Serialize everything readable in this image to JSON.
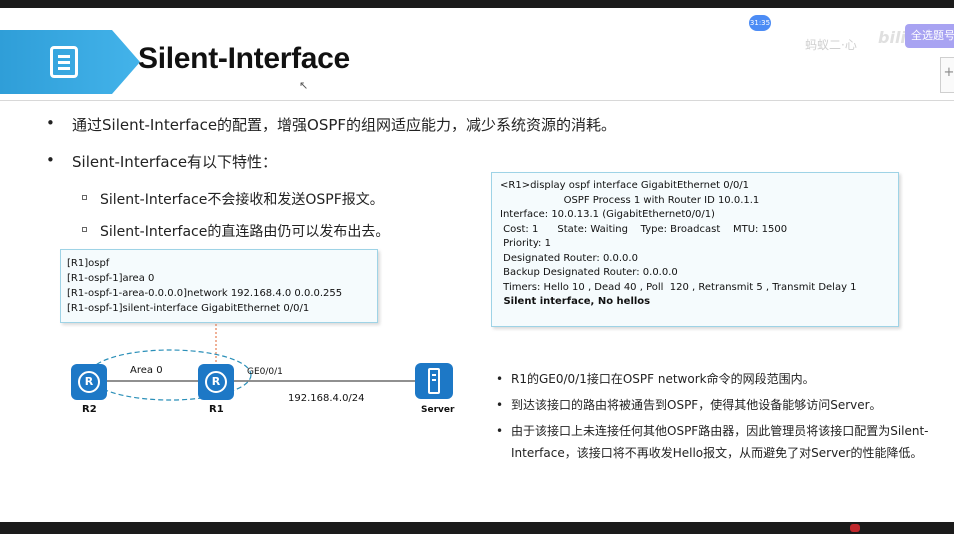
{
  "slide": {
    "title": "Silent-Interface",
    "bullets": [
      "通过Silent-Interface的配置，增强OSPF的组网适应能力，减少系统资源的消耗。",
      "Silent-Interface有以下特性："
    ],
    "sub_bullets": [
      "Silent-Interface不会接收和发送OSPF报文。",
      "Silent-Interface的直连路由仍可以发布出去。"
    ],
    "bullet_glyph": "•",
    "config_lines": [
      "[R1]ospf",
      "[R1-ospf-1]area 0",
      "[R1-ospf-1-area-0.0.0.0]network 192.168.4.0 0.0.0.255",
      "[R1-ospf-1]silent-interface GigabitEthernet 0/0/1"
    ],
    "display_lines": [
      "<R1>display ospf interface GigabitEthernet 0/0/1",
      "",
      "                    OSPF Process 1 with Router ID 10.0.1.1",
      "Interface: 10.0.13.1 (GigabitEthernet0/0/1)",
      " Cost: 1      State: Waiting    Type: Broadcast    MTU: 1500",
      " Priority: 1",
      " Designated Router: 0.0.0.0",
      " Backup Designated Router: 0.0.0.0",
      " Timers: Hello 10 , Dead 40 , Poll  120 , Retransmit 5 , Transmit Delay 1"
    ],
    "display_last": " Silent interface, No hellos",
    "topology": {
      "area_label": "Area 0",
      "r2_label": "R2",
      "r1_label": "R1",
      "server_label": "Server",
      "port_label": "GE0/0/1",
      "network_label": "192.168.4.0/24",
      "router_glyph": "R"
    },
    "notes": [
      "R1的GE0/0/1接口在OSPF network命令的网段范围内。",
      "到达该接口的路由将被通告到OSPF，使得其他设备能够访问Server。",
      "由于该接口上未连接任何其他OSPF路由器，因此管理员将该接口配置为Silent-Interface，该接口将不再收发Hello报文，从而避免了对Server的性能降低。"
    ]
  },
  "overlay": {
    "badge": "31:35",
    "button": "全选题号",
    "faint_text": "蚂蚁二·心",
    "faint_logo": "bili",
    "side_tab": "+"
  },
  "colors": {
    "accent": "#2f9ed8",
    "device_blue": "#1d78c6",
    "box_border": "#9ed3e6",
    "overlay_button": "#a8a3f2"
  }
}
